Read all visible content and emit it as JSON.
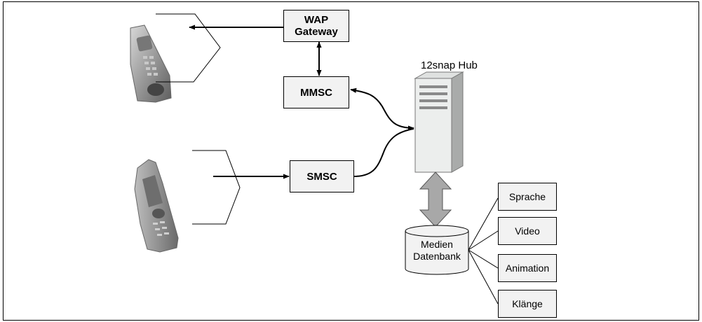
{
  "nodes": {
    "wap_gateway": "WAP\nGateway",
    "mmsc": "MMSC",
    "smsc": "SMSC",
    "hub_label": "12snap Hub",
    "database": "Medien\nDatenbank"
  },
  "media_types": [
    "Sprache",
    "Video",
    "Animation",
    "Klänge"
  ],
  "colors": {
    "box_fill": "#f2f2f2",
    "server_fill": "#eceeed",
    "transfer_arrow": "#a8a8a8"
  },
  "icons": [
    "mms-phone-icon",
    "sms-phone-icon",
    "server-icon",
    "database-icon"
  ]
}
